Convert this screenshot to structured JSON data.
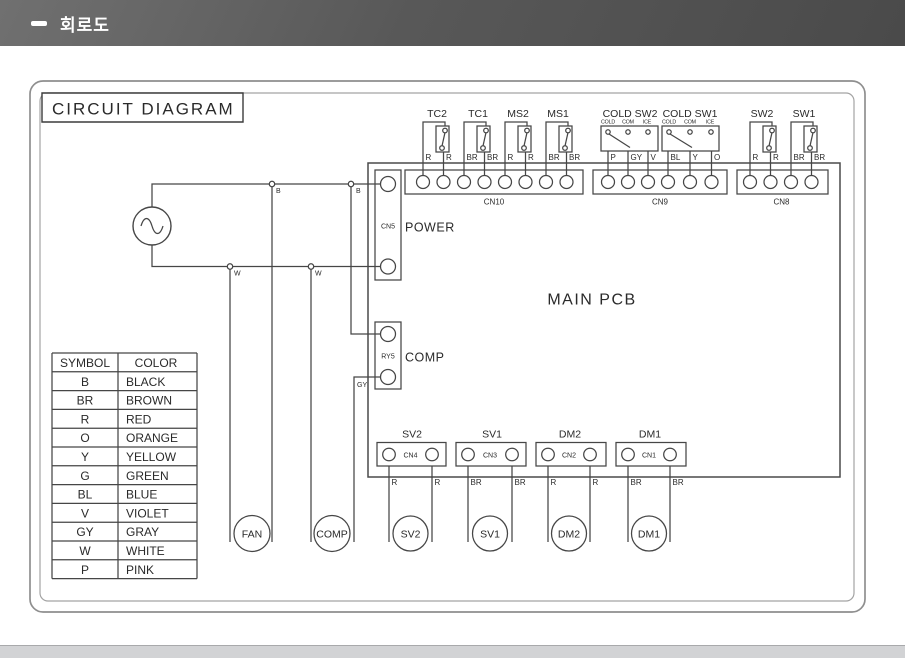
{
  "header": {
    "title": "회로도"
  },
  "frame": {
    "title": "CIRCUIT DIAGRAM"
  },
  "pcb": {
    "label": "MAIN PCB"
  },
  "power": {
    "id": "CN5",
    "label": "POWER"
  },
  "relay": {
    "id": "RY5",
    "label": "COMP",
    "wire_label": "GY"
  },
  "junctions": {
    "b1": "B",
    "b2": "B",
    "w1": "W",
    "w2": "W"
  },
  "switches": [
    {
      "name": "TC2",
      "wires": [
        "R",
        "R"
      ]
    },
    {
      "name": "TC1",
      "wires": [
        "BR",
        "BR"
      ]
    },
    {
      "name": "MS2",
      "wires": [
        "R",
        "R"
      ]
    },
    {
      "name": "MS1",
      "wires": [
        "BR",
        "BR"
      ]
    },
    {
      "name": "COLD SW2",
      "pins": [
        "COLD",
        "COM",
        "ICE"
      ],
      "wires": [
        "P",
        "GY",
        "V"
      ]
    },
    {
      "name": "COLD SW1",
      "pins": [
        "COLD",
        "COM",
        "ICE"
      ],
      "wires": [
        "BL",
        "Y",
        "O"
      ]
    },
    {
      "name": "SW2",
      "wires": [
        "R",
        "R"
      ]
    },
    {
      "name": "SW1",
      "wires": [
        "BR",
        "BR"
      ]
    }
  ],
  "top_connectors": [
    {
      "id": "CN10"
    },
    {
      "id": "CN9"
    },
    {
      "id": "CN8"
    }
  ],
  "bottom_connectors": [
    {
      "name": "SV2",
      "id": "CN4",
      "wires": [
        "R",
        "R"
      ],
      "load": "SV2"
    },
    {
      "name": "SV1",
      "id": "CN3",
      "wires": [
        "BR",
        "BR"
      ],
      "load": "SV1"
    },
    {
      "name": "DM2",
      "id": "CN2",
      "wires": [
        "R",
        "R"
      ],
      "load": "DM2"
    },
    {
      "name": "DM1",
      "id": "CN1",
      "wires": [
        "BR",
        "BR"
      ],
      "load": "DM1"
    }
  ],
  "loads": {
    "fan": "FAN",
    "comp": "COMP"
  },
  "symbol_table": {
    "headers": [
      "SYMBOL",
      "COLOR"
    ],
    "rows": [
      [
        "B",
        "BLACK"
      ],
      [
        "BR",
        "BROWN"
      ],
      [
        "R",
        "RED"
      ],
      [
        "O",
        "ORANGE"
      ],
      [
        "Y",
        "YELLOW"
      ],
      [
        "G",
        "GREEN"
      ],
      [
        "BL",
        "BLUE"
      ],
      [
        "V",
        "VIOLET"
      ],
      [
        "GY",
        "GRAY"
      ],
      [
        "W",
        "WHITE"
      ],
      [
        "P",
        "PINK"
      ]
    ]
  },
  "colors": {
    "line": "#464646",
    "header_bg": "#585858",
    "footer_bg": "#d2d3d5"
  }
}
